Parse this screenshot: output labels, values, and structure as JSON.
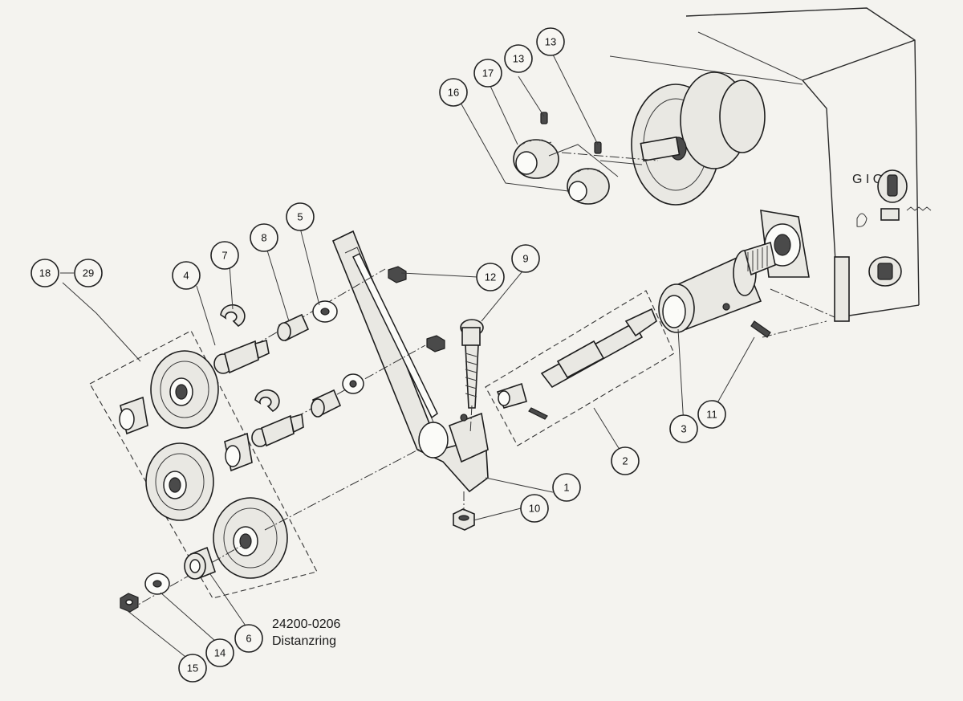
{
  "callouts": [
    "1",
    "2",
    "3",
    "4",
    "5",
    "6",
    "7",
    "8",
    "9",
    "10",
    "11",
    "12",
    "13",
    "13",
    "14",
    "15",
    "16",
    "17",
    "18",
    "29"
  ],
  "machine_panel": {
    "switch_label": "G I O I"
  },
  "annotation": {
    "part_number": "24200-0206",
    "part_name": "Distanzring"
  }
}
